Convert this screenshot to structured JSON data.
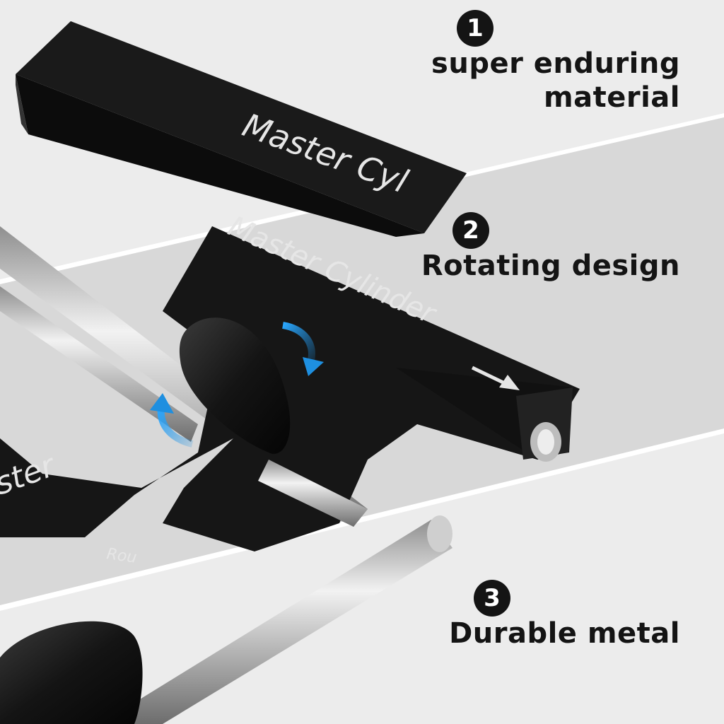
{
  "features": [
    {
      "number": "1",
      "caption_line1": "super enduring",
      "caption_line2": "material"
    },
    {
      "number": "2",
      "caption_line1": "Rotating design"
    },
    {
      "number": "3",
      "caption_line1": "Durable metal"
    }
  ],
  "tool_text": {
    "engraving_top": "Master Cyl",
    "engraving_middle": "Master Cylinder",
    "engraving_left": "ster",
    "engraving_small": "Rou"
  },
  "colors": {
    "background": "#ececec",
    "band": "#d6d6d6",
    "tool_body": "#151515",
    "arrow_blue": "#1e8fe0",
    "text_dark": "#141414"
  },
  "icons": [
    "rotate-arrow-icon",
    "direction-arrow-icon"
  ]
}
